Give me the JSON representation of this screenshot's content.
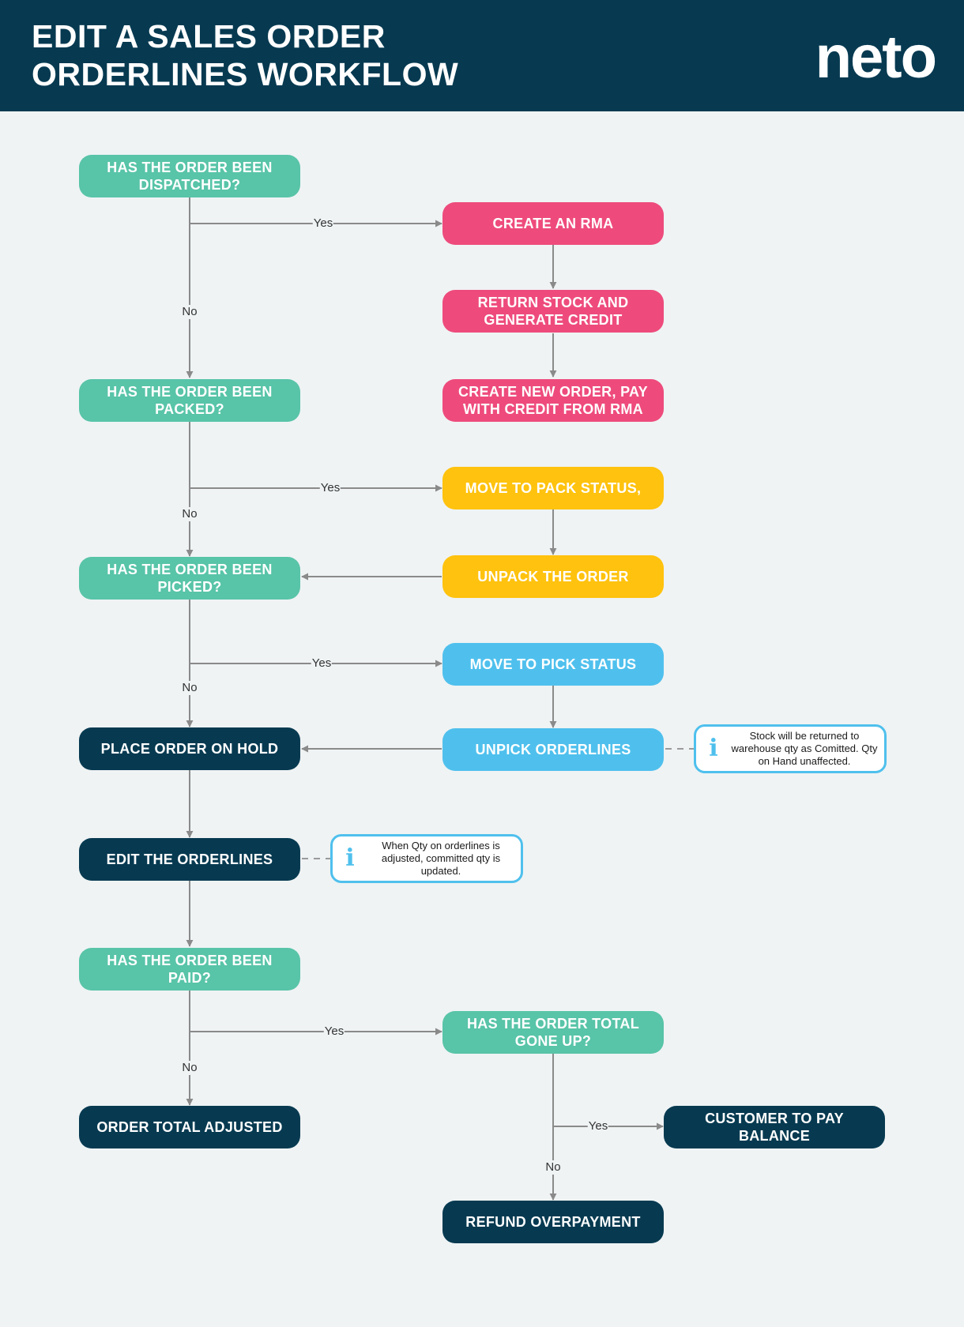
{
  "header": {
    "title_line1": "EDIT A SALES ORDER",
    "title_line2": "ORDERLINES WORKFLOW",
    "logo": "neto"
  },
  "colors": {
    "header_bg": "#073a51",
    "teal": "#58c4a8",
    "pink": "#ee4b7c",
    "yellow": "#ffc20e",
    "blue": "#4fc0ed",
    "navy": "#073a51",
    "connector": "#8a8a8a"
  },
  "nodes": {
    "dispatched": "HAS THE ORDER BEEN DISPATCHED?",
    "create_rma": "CREATE AN RMA",
    "return_stock": "RETURN STOCK AND GENERATE CREDIT",
    "create_new_order": "CREATE NEW ORDER, PAY WITH CREDIT FROM RMA",
    "packed": "HAS THE ORDER BEEN PACKED?",
    "move_pack": "MOVE TO PACK STATUS,",
    "unpack": "UNPACK THE ORDER",
    "picked": "HAS THE ORDER BEEN PICKED?",
    "move_pick": "MOVE TO PICK STATUS",
    "unpick": "UNPICK ORDERLINES",
    "hold": "PLACE ORDER ON HOLD",
    "edit": "EDIT THE ORDERLINES",
    "paid": "HAS THE ORDER BEEN PAID?",
    "total_up": "HAS THE ORDER TOTAL GONE UP?",
    "total_adjusted": "ORDER TOTAL ADJUSTED",
    "customer_pay": "CUSTOMER TO PAY BALANCE",
    "refund": "REFUND OVERPAYMENT"
  },
  "notes": {
    "unpick_note": "Stock will be returned to warehouse qty as Comitted. Qty on Hand unaffected.",
    "edit_note": "When Qty on orderlines is adjusted, committed qty is updated.",
    "info_icon": "i"
  },
  "edge_labels": {
    "yes": "Yes",
    "no": "No"
  }
}
